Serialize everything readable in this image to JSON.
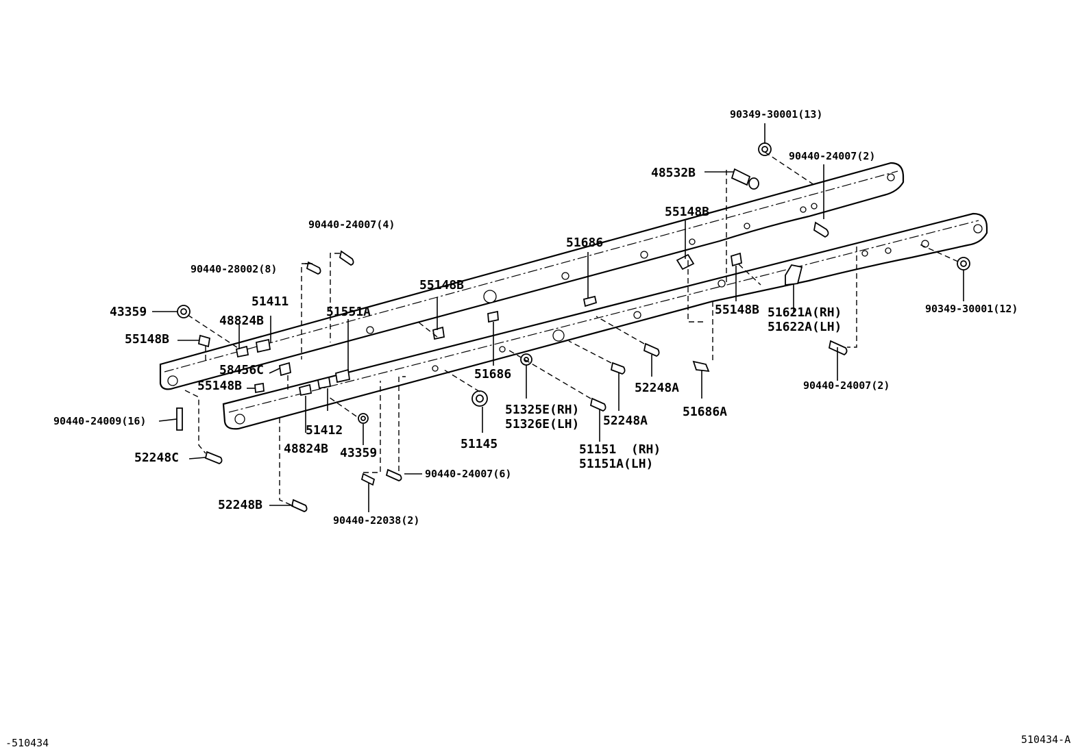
{
  "diagram": {
    "labels": {
      "l01": "90349-30001(13)",
      "l02": "90440-24007(2)",
      "l03": "48532B",
      "l04": "55148B",
      "l05": "51686",
      "l06": "90440-24007(4)",
      "l07": "90440-28002(8)",
      "l08": "55148B",
      "l09": "43359",
      "l10": "51411",
      "l11": "48824B",
      "l12": "51551A",
      "l13": "55148B",
      "l14": "58456C",
      "l15": "55148B",
      "l16": "90440-24009(16)",
      "l17": "52248C",
      "l18": "51686",
      "l19": "55148B",
      "l20": "51621A(RH)",
      "l21": "51622A(LH)",
      "l22": "90349-30001(12)",
      "l23": "52248A",
      "l24": "52248A",
      "l25": "51686A",
      "l26": "90440-24007(2)",
      "l27": "51325E(RH)",
      "l28": "51326E(LH)",
      "l29": "51145",
      "l30": "51412",
      "l31": "48824B",
      "l32": "43359",
      "l33": "51151  (RH)",
      "l34": "51151A(LH)",
      "l35": "90440-24007(6)",
      "l36": "52248B",
      "l37": "90440-22038(2)"
    },
    "corner_left": "-510434",
    "corner_right": "510434-A"
  }
}
